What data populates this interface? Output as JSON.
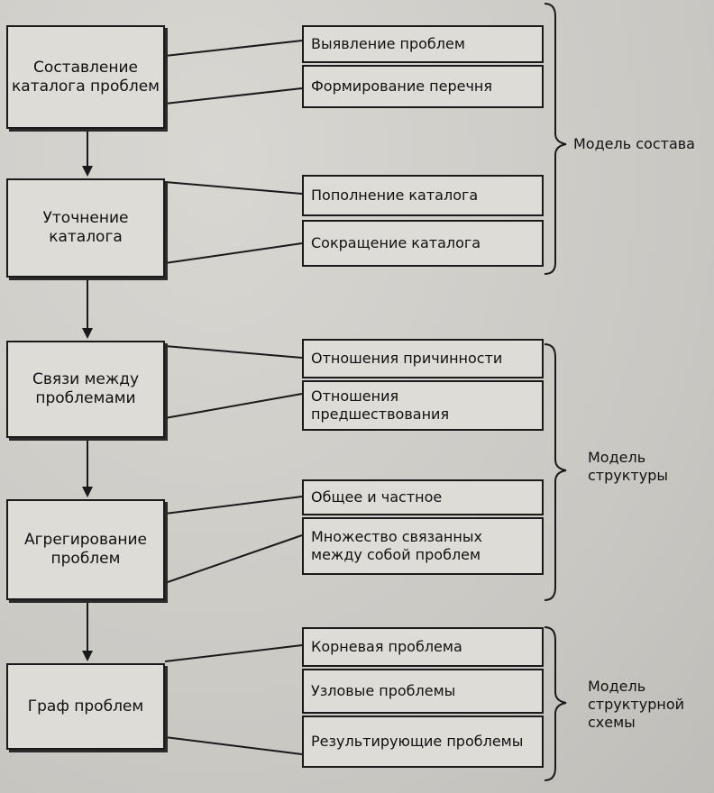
{
  "stages": [
    {
      "title": "Составление каталога проблем",
      "items": [
        "Выявление проблем",
        "Формирование перечня"
      ]
    },
    {
      "title": "Уточнение каталога",
      "items": [
        "Пополнение каталога",
        "Сокращение каталога"
      ]
    },
    {
      "title": "Связи между проблемами",
      "items": [
        "Отношения причинности",
        "Отношения предшествования"
      ]
    },
    {
      "title": "Агрегирование проблем",
      "items": [
        "Общее и частное",
        "Множество связанных между собой проблем"
      ]
    },
    {
      "title": "Граф проблем",
      "items": [
        "Корневая проблема",
        "Узловые проблемы",
        "Результирующие проблемы"
      ]
    }
  ],
  "models": [
    "Модель состава",
    "Модель структуры",
    "Модель структурной схемы"
  ]
}
